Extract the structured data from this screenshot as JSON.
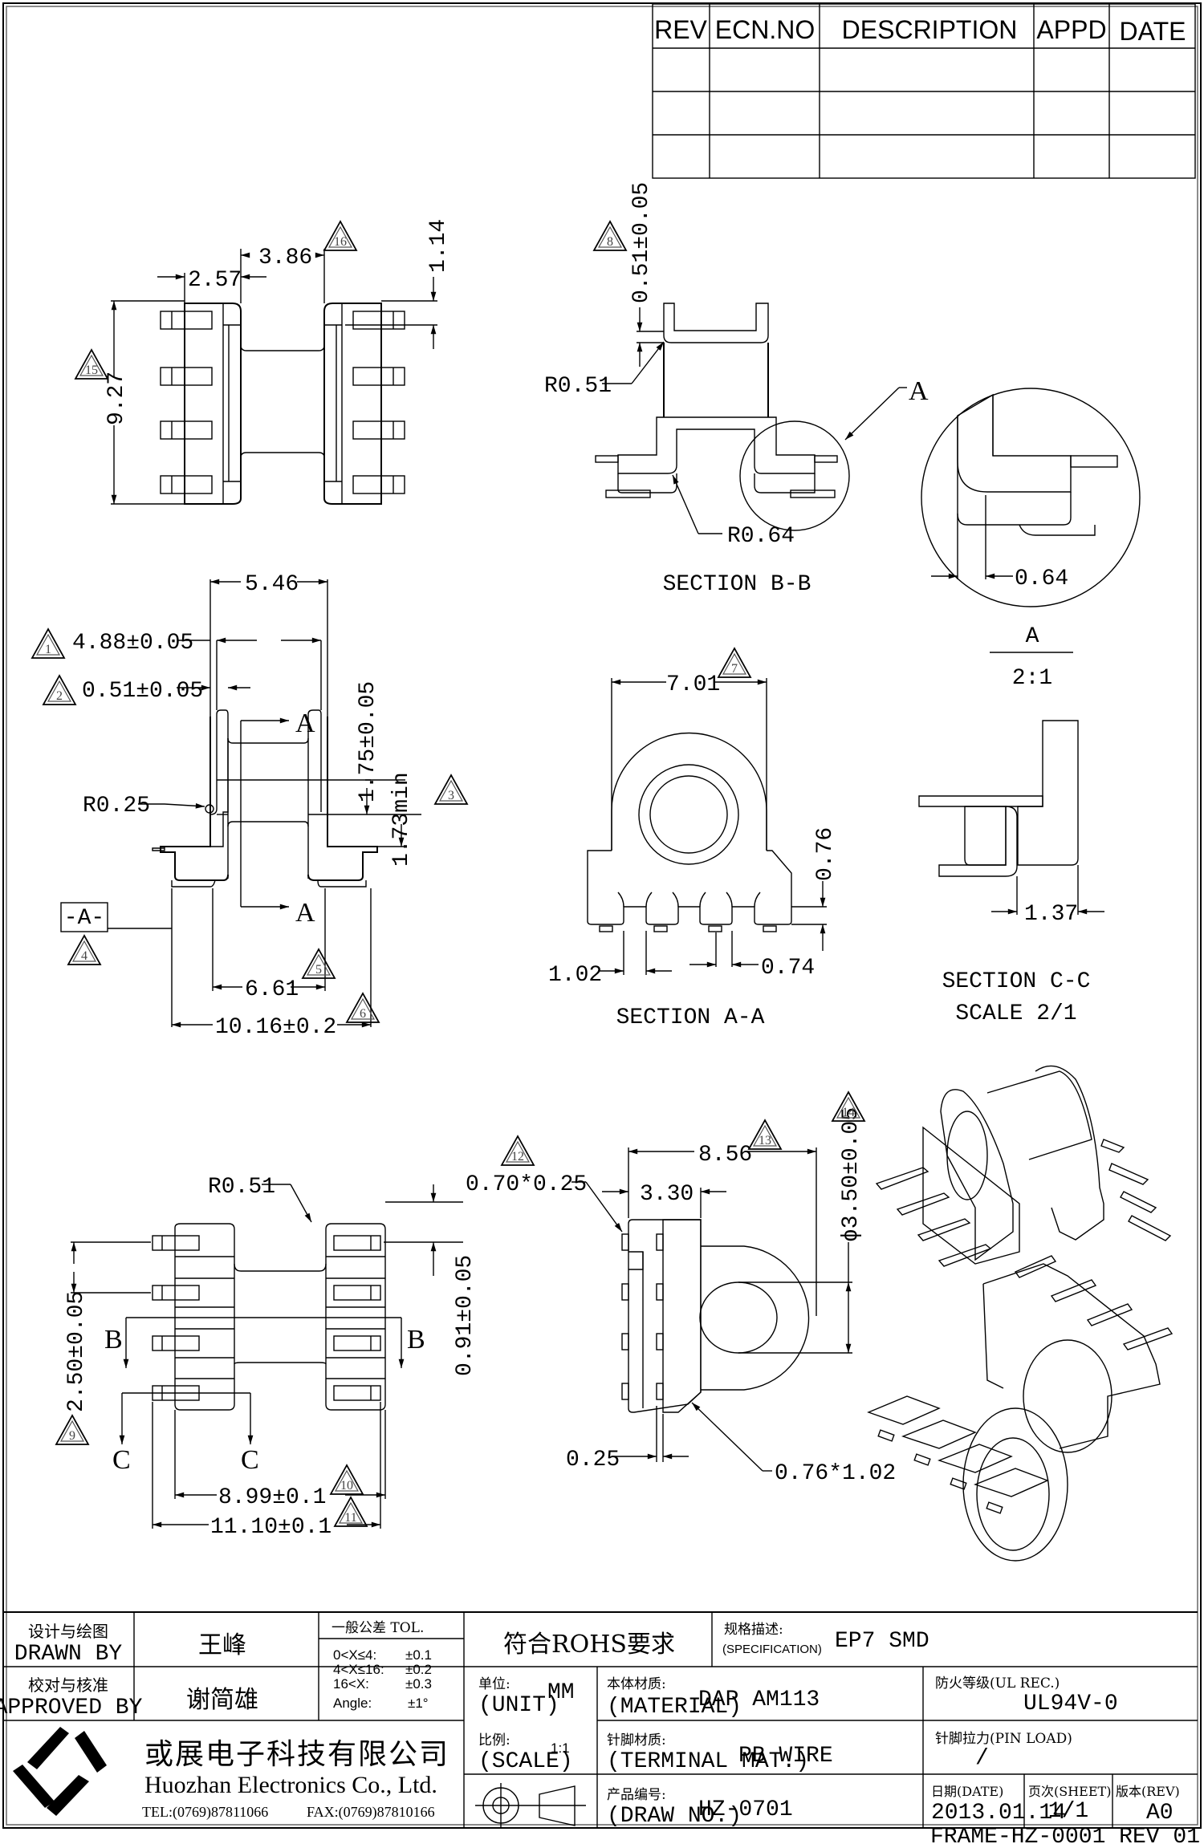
{
  "revision_table": {
    "headers": [
      "REV",
      "ECN.NO",
      "DESCRIPTION",
      "APPD",
      "DATE"
    ],
    "rows": [
      [
        "",
        "",
        "",
        "",
        ""
      ],
      [
        "",
        "",
        "",
        "",
        ""
      ],
      [
        "",
        "",
        "",
        "",
        ""
      ]
    ]
  },
  "views": {
    "top_view": {
      "dims": {
        "d1": "2.57",
        "d2": "3.86",
        "d3": "1.14",
        "d4": "9.27"
      },
      "balloons": {
        "b15": "15",
        "b16": "16"
      }
    },
    "section_bb": {
      "title": "SECTION B-B",
      "dims": {
        "thickness": "0.51±0.05",
        "r1": "R0.51",
        "r2": "R0.64",
        "detail_ref": "A"
      },
      "balloons": {
        "b8": "8"
      }
    },
    "detail_a": {
      "dim": "0.64",
      "label": "A",
      "scale": "2:1"
    },
    "front_view": {
      "dims": {
        "width_top": "5.46",
        "inner": "4.88±0.05",
        "wall": "0.51±0.05",
        "radius": "R0.25",
        "h1": "1.75±0.05",
        "h2": "1.73min",
        "pad_inner": "6.61",
        "overall": "10.16±0.2",
        "datum": "-A-",
        "section_mark": "A"
      },
      "balloons": {
        "b1": "1",
        "b2": "2",
        "b3": "3",
        "b4": "4",
        "b5": "5",
        "b6": "6"
      }
    },
    "section_aa": {
      "title": "SECTION A-A",
      "dims": {
        "width": "7.01",
        "h": "0.76",
        "pitch_a": "1.02",
        "pitch_b": "0.74"
      },
      "balloons": {
        "b7": "7"
      }
    },
    "section_cc": {
      "title": "SECTION C-C",
      "scale": "SCALE 2/1",
      "dims": {
        "w": "1.37"
      }
    },
    "bottom_view": {
      "dims": {
        "radius": "R0.51",
        "pitch": "2.50±0.05",
        "pin_w": "0.91±0.05",
        "inner": "8.99±0.1",
        "overall": "11.10±0.1",
        "mark_b": "B",
        "mark_c": "C"
      },
      "balloons": {
        "b9": "9",
        "b10": "10",
        "b11": "11"
      }
    },
    "side_view": {
      "dims": {
        "pin_size": "0.70*0.25",
        "depth": "8.56",
        "flange": "3.30",
        "bore": "ϕ3.50±0.05",
        "gap": "0.25",
        "chamfer": "0.76*1.02"
      },
      "balloons": {
        "b12": "12",
        "b13": "13",
        "b14": "14"
      }
    }
  },
  "title_block": {
    "drawn_by_cn": "设计与绘图",
    "drawn_by_en": "DRAWN BY",
    "drawn_by_name": "王峰",
    "approved_by_cn": "校对与核准",
    "approved_by_en": "APPROVED BY",
    "approved_by_name": "谢简雄",
    "tolerance_title": "一般公差 TOL.",
    "tolerances": [
      {
        "range": "0<X≤4:",
        "value": "±0.1"
      },
      {
        "range": "4<X≤16:",
        "value": "±0.2"
      },
      {
        "range": "16<X:",
        "value": "±0.3"
      },
      {
        "range": "Angle:",
        "value": "±1°"
      }
    ],
    "rohs": "符合ROHS要求",
    "spec_cn": "规格描述:",
    "spec_en": "(SPECIFICATION)",
    "spec_value": "EP7 SMD",
    "unit_cn": "单位:",
    "unit_en": "(UNIT)",
    "unit_value": "MM",
    "material_cn": "本体材质:",
    "material_en": "(MATERIAL)",
    "material_value": "DAP AM113",
    "ul_label": "防火等级(UL REC.)",
    "ul_value": "UL94V-0",
    "scale_cn": "比例:",
    "scale_en": "(SCALE)",
    "scale_value": "1:1",
    "terminal_cn": "针脚材质:",
    "terminal_en": "(TERMINAL MAT.)",
    "terminal_value": "PB WIRE",
    "pinload_label": "针脚拉力(PIN LOAD)",
    "pinload_value": "/",
    "drawno_cn": "产品编号:",
    "drawno_en": "(DRAW NO.)",
    "drawno_value": "HZ-0701",
    "date_label": "日期(DATE)",
    "date_value": "2013.01.14",
    "sheet_label": "页次(SHEET)",
    "sheet_value": "1/1",
    "rev_label": "版本(REV)",
    "rev_value": "A0",
    "company_cn": "或展电子科技有限公司",
    "company_en": "Huozhan Electronics Co., Ltd.",
    "tel": "TEL:(0769)87811066",
    "fax": "FAX:(0769)87810166"
  },
  "frame_code": "FRAME-HZ-0001 REV 01"
}
